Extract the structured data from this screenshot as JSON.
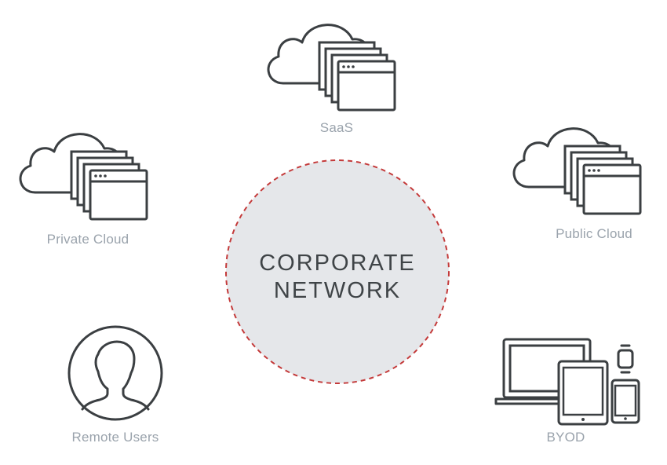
{
  "center": {
    "line1": "CORPORATE",
    "line2": "NETWORK"
  },
  "nodes": {
    "saas": {
      "label": "SaaS"
    },
    "private_cloud": {
      "label": "Private Cloud"
    },
    "public_cloud": {
      "label": "Public Cloud"
    },
    "remote_users": {
      "label": "Remote Users"
    },
    "byod": {
      "label": "BYOD"
    }
  },
  "colors": {
    "icon_stroke": "#3b3f42",
    "label_text": "#9aa3ac",
    "circle_fill": "#e5e7ea",
    "circle_dash": "#c43a3a"
  }
}
